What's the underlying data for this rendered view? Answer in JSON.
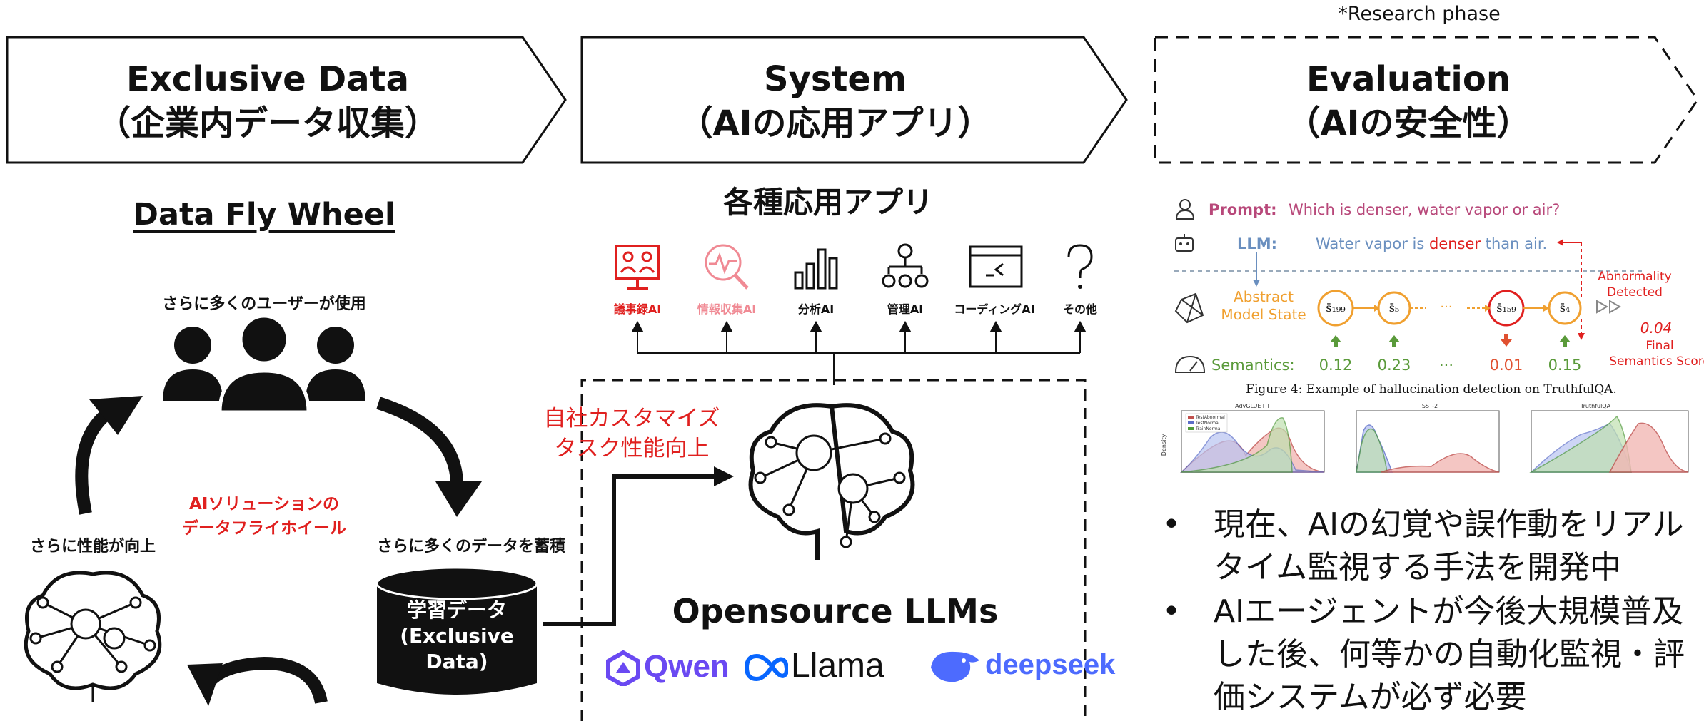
{
  "research_note": "*Research phase",
  "banners": [
    {
      "title": "Exclusive Data",
      "subtitle": "（企業内データ収集）"
    },
    {
      "title": "System",
      "subtitle": "（AIの応用アプリ）"
    },
    {
      "title": "Evaluation",
      "subtitle": "（AIの安全性）"
    }
  ],
  "flywheel": {
    "title": "Data Fly Wheel",
    "top_label": "さらに多くのユーザーが使用",
    "left_label": "さらに性能が向上",
    "right_label": "さらに多くのデータを蓄積",
    "center_line1": "AIソリューションの",
    "center_line2": "データフライホイール",
    "db_line1": "学習データ",
    "db_line2": "(Exclusive",
    "db_line3": "Data)"
  },
  "system": {
    "apps_title": "各種応用アプリ",
    "apps": [
      {
        "label": "議事録AI",
        "icon": "meeting-icon",
        "color": "#e0201f"
      },
      {
        "label": "情報収集AI",
        "icon": "search-analysis-icon",
        "color": "#f08a94"
      },
      {
        "label": "分析AI",
        "icon": "bar-chart-icon",
        "color": "#111111"
      },
      {
        "label": "管理AI",
        "icon": "org-chart-icon",
        "color": "#111111"
      },
      {
        "label": "コーディングAI",
        "icon": "terminal-icon",
        "color": "#111111"
      },
      {
        "label": "その他",
        "icon": "question-icon",
        "color": "#111111"
      }
    ],
    "custom_line1": "自社カスタマイズ",
    "custom_line2": "タスク性能向上",
    "llm_title": "Opensource LLMs",
    "logos": [
      "Qwen",
      "Llama",
      "deepseek"
    ]
  },
  "evaluation": {
    "figure": {
      "prompt_label": "Prompt:",
      "prompt_text": "Which is denser, water vapor or air?",
      "llm_label": "LLM:",
      "llm_text_1": "Water vapor is ",
      "llm_text_2": "denser",
      "llm_text_3": " than air.",
      "abnormality_1": "Abnormality",
      "abnormality_2": "Detected",
      "state_label_1": "Abstract",
      "state_label_2": "Model State",
      "states": [
        "s̄₁₉₉",
        "s̄₅",
        "s̄₁₅₉",
        "s̄₄"
      ],
      "ellipsis": "···",
      "semantics_label": "Semantics:",
      "semantics": [
        "0.12",
        "0.23",
        "0.01",
        "0.15"
      ],
      "final_value": "0.04",
      "final_label_1": "Final",
      "final_label_2": "Semantics Score",
      "caption": "Figure 4: Example of hallucination detection on TruthfulQA.",
      "plots": [
        "AdvGLUE++",
        "SST-2",
        "TruthfulQA"
      ],
      "legend": [
        "TestAbnormal",
        "TestNormal",
        "TrainNormal"
      ],
      "ylabel": "Density"
    },
    "bullets": [
      "現在、AIの幻覚や誤作動をリアルタイム監視する手法を開発中",
      "AIエージェントが今後大規模普及した後、何等かの自動化監視・評価システムが必ず必要"
    ]
  }
}
